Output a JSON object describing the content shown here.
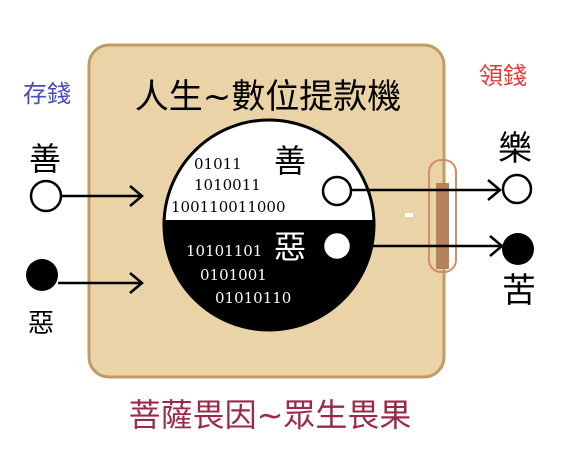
{
  "diagram": {
    "title": "人生~數位提款機",
    "deposit_label": "存錢",
    "withdraw_label": "領錢",
    "input_good": "善",
    "input_evil": "惡",
    "output_joy": "樂",
    "output_suffering": "苦",
    "disc_good": "善",
    "disc_evil": "惡",
    "binary_white": [
      "01011",
      "1010011",
      "100110011000"
    ],
    "binary_black": [
      "10101101",
      "0101001",
      "01010110"
    ],
    "caption": "菩薩畏因~眾生畏果",
    "colors": {
      "box_fill": "#ead3a6",
      "box_border": "#c29b63",
      "slot": "#b5835a",
      "deposit": "#4a4ab5",
      "withdraw": "#e03a3a",
      "caption": "#9b2a4a"
    }
  }
}
